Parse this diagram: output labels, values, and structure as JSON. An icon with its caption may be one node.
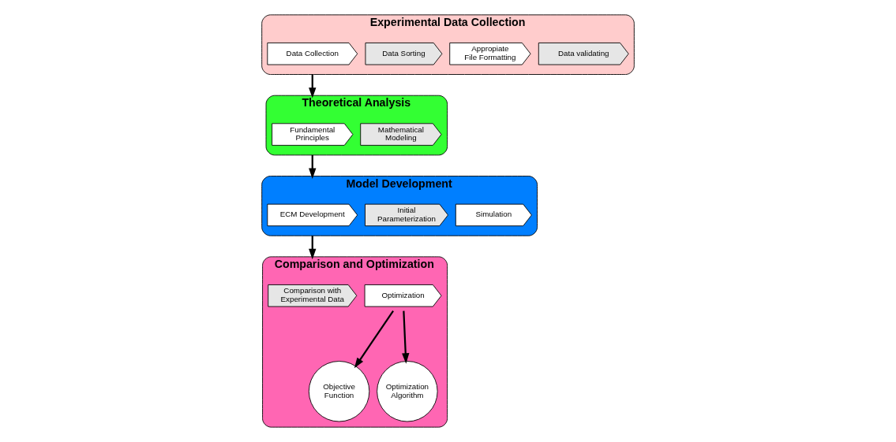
{
  "diagram": {
    "nodes": [
      {
        "text": [
          "Experimental Data Collection"
        ]
      },
      {
        "text": [
          "Data Collection"
        ],
        "in": 0
      },
      {
        "text": [
          "Data Sorting"
        ],
        "in": 0
      },
      {
        "text": [
          "Appropiate File Formatting"
        ],
        "in": 0
      },
      {
        "text": [
          "Data validating"
        ],
        "in": 0
      },
      {
        "text": [
          "Theoretical Analysis"
        ]
      },
      {
        "text": [
          "Fundamental Principles"
        ],
        "in": 5
      },
      {
        "text": [
          "Mathematical Modeling"
        ],
        "in": 5
      },
      {
        "text": [
          "Model Development"
        ]
      },
      {
        "text": [
          "ECM Development"
        ],
        "in": 8
      },
      {
        "text": [
          "Initial Parameterization"
        ],
        "in": 8
      },
      {
        "text": [
          "Simulation"
        ],
        "in": 8
      },
      {
        "text": [
          "Comparison and Optimization"
        ]
      },
      {
        "text": [
          "Comparison with Experimental Data"
        ],
        "in": 12
      },
      {
        "text": [
          "Optimization"
        ],
        "in": 12
      },
      {
        "text": [
          "Objective Function"
        ],
        "in": 12
      },
      {
        "text": [
          "Optimization Algorithm"
        ],
        "in": 12
      }
    ],
    "edges": [
      {
        "from": 0,
        "to": 5,
        "arrow": "to"
      },
      {
        "from": 5,
        "to": 8,
        "arrow": "to"
      },
      {
        "from": 8,
        "to": 12,
        "arrow": "to"
      },
      {
        "from": 14,
        "to": 15,
        "arrow": "to"
      },
      {
        "from": 14,
        "to": 16,
        "arrow": "to"
      }
    ]
  }
}
